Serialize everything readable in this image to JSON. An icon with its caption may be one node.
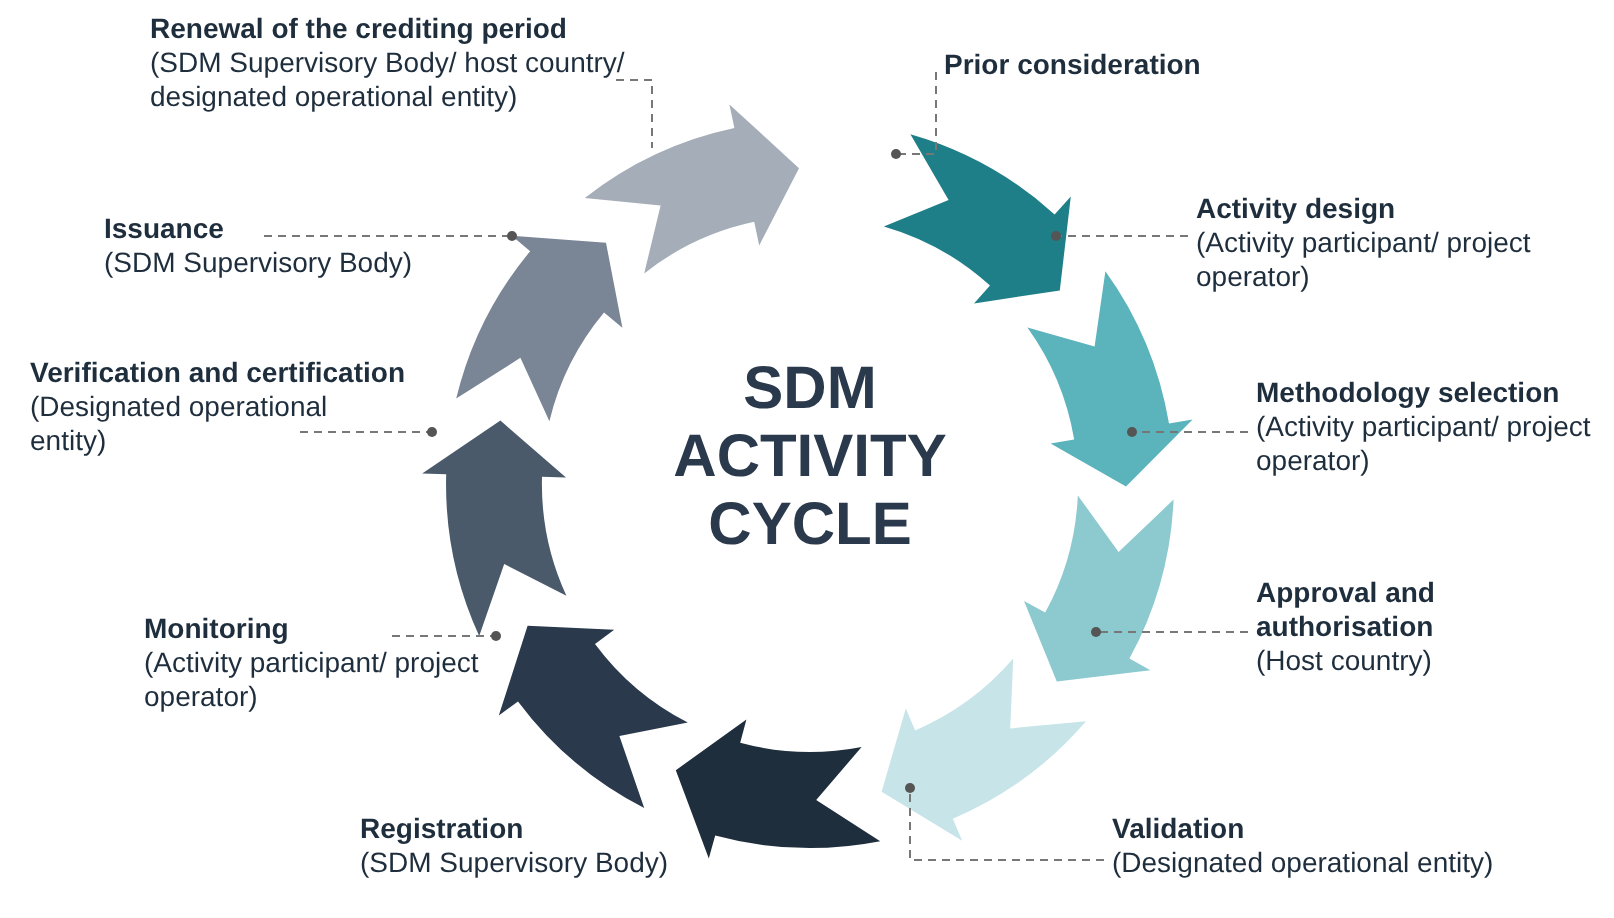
{
  "diagram": {
    "title": "SDM ACTIVITY CYCLE",
    "nodes": [
      {
        "text": [
          "Renewal of the crediting period",
          "(SDM Supervisory Body/ host country/ designated operational entity)"
        ]
      },
      {
        "text": [
          "Prior consideration"
        ]
      },
      {
        "text": [
          "Activity design",
          "(Activity participant/ project operator)"
        ]
      },
      {
        "text": [
          "Methodology selection",
          "(Activity participant/ project operator)"
        ]
      },
      {
        "text": [
          "Approval and authorisation",
          "(Host country)"
        ]
      },
      {
        "text": [
          "Validation",
          "(Designated operational entity)"
        ]
      },
      {
        "text": [
          "Registration",
          "(SDM Supervisory Body)"
        ]
      },
      {
        "text": [
          "Monitoring",
          "(Activity participant/ project operator)"
        ]
      },
      {
        "text": [
          "Verification and certification",
          "(Designated operational entity)"
        ]
      },
      {
        "text": [
          "Issuance",
          "(SDM Supervisory Body)"
        ]
      }
    ],
    "edges": [
      {
        "from": 0,
        "to": null,
        "arrow": "none",
        "style": "dashed"
      },
      {
        "from": 1,
        "to": null,
        "arrow": "other",
        "style": "dashed"
      },
      {
        "from": 2,
        "to": null,
        "arrow": "other",
        "style": "dashed"
      },
      {
        "from": 3,
        "to": null,
        "arrow": "other",
        "style": "dashed"
      },
      {
        "from": 4,
        "to": null,
        "arrow": "other",
        "style": "dashed"
      },
      {
        "from": 5,
        "to": null,
        "arrow": "other",
        "style": "dashed"
      },
      {
        "from": 7,
        "to": null,
        "arrow": "other",
        "style": "dashed"
      },
      {
        "from": 8,
        "to": null,
        "arrow": "other",
        "style": "dashed"
      },
      {
        "from": 9,
        "to": null,
        "arrow": "other",
        "style": "dashed"
      }
    ]
  }
}
